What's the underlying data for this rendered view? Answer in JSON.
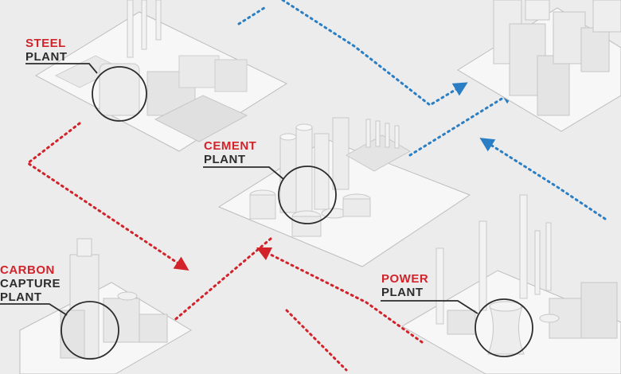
{
  "labels": {
    "steel": {
      "line1": "STEEL",
      "line2": "PLANT"
    },
    "cement": {
      "line1": "CEMENT",
      "line2": "PLANT"
    },
    "carbon": {
      "line1": "CARBON",
      "line2": "CAPTURE",
      "line3": "PLANT"
    },
    "power": {
      "line1": "POWER",
      "line2": "PLANT"
    }
  },
  "colors": {
    "background": "#ececec",
    "label_accent": "#d2232a",
    "label_text": "#2c2c2c",
    "red_flow": "#d2232a",
    "blue_flow": "#2a7fc4"
  }
}
